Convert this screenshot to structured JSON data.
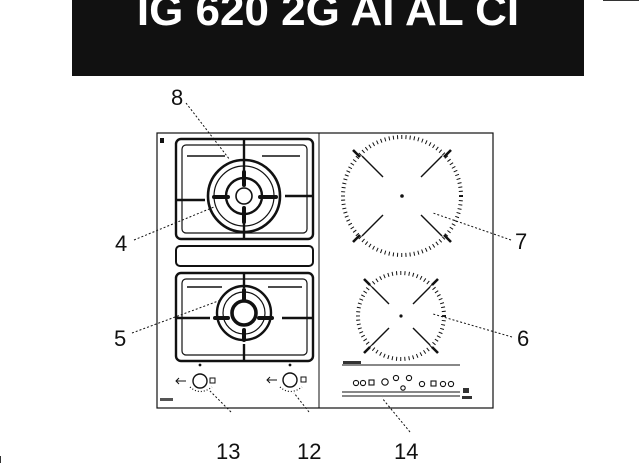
{
  "header": {
    "title": "IG 620 2G AI AL CI"
  },
  "callouts": {
    "c4": "4",
    "c5": "5",
    "c6": "6",
    "c7": "7",
    "c8": "8",
    "c12": "12",
    "c13": "13",
    "c14": "14"
  },
  "colors": {
    "ink": "#111111",
    "title_bg": "#111111",
    "title_fg": "#ffffff"
  }
}
